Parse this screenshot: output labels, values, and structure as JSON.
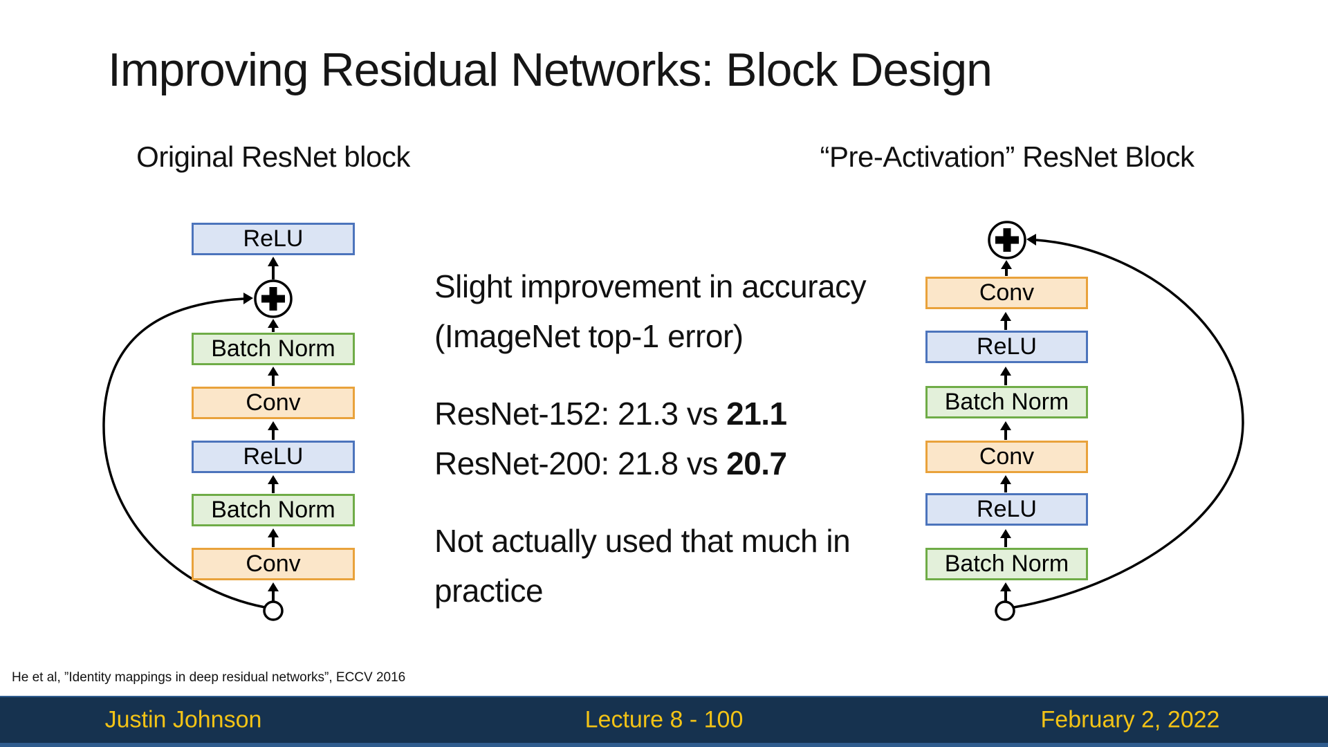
{
  "slide": {
    "title": "Improving Residual Networks: Block Design",
    "citation": "He et al, ”Identity mappings in deep residual networks”, ECCV 2016"
  },
  "left_diagram": {
    "heading": "Original ResNet block",
    "blocks": [
      "ReLU",
      "Batch Norm",
      "Conv",
      "ReLU",
      "Batch Norm",
      "Conv"
    ],
    "merge_symbol": "+",
    "icons": [
      "plus-in-circle-icon",
      "input-node-circle-icon",
      "skip-connection-arrow",
      "flow-arrow-up"
    ]
  },
  "right_diagram": {
    "heading": "“Pre-Activation” ResNet Block",
    "blocks": [
      "Conv",
      "ReLU",
      "Batch Norm",
      "Conv",
      "ReLU",
      "Batch Norm"
    ],
    "merge_symbol": "+",
    "icons": [
      "plus-in-circle-icon",
      "input-node-circle-icon",
      "skip-connection-arrow",
      "flow-arrow-up"
    ]
  },
  "commentary": {
    "p1_line1": "Slight improvement in accuracy",
    "p1_line2": "(ImageNet top-1 error)",
    "r152_prefix": "ResNet-152: 21.3 vs ",
    "r152_bold": "21.1",
    "r200_prefix": "ResNet-200: 21.8 vs ",
    "r200_bold": "20.7",
    "p3_line1": "Not actually used that much in",
    "p3_line2": "practice"
  },
  "footer": {
    "author": "Justin Johnson",
    "lecture": "Lecture 8 - 100",
    "date": "February 2, 2022"
  },
  "colors": {
    "relu_fill": "#DBE4F4",
    "relu_border": "#4C74BC",
    "batchnorm_fill": "#E3F0DA",
    "batchnorm_border": "#6FAC47",
    "conv_fill": "#FBE6C9",
    "conv_border": "#E9A23B",
    "footer_background": "#16324F",
    "footer_edge": "#2F5C8E",
    "footer_text": "#F3C316",
    "diagram_stroke": "#000000"
  }
}
